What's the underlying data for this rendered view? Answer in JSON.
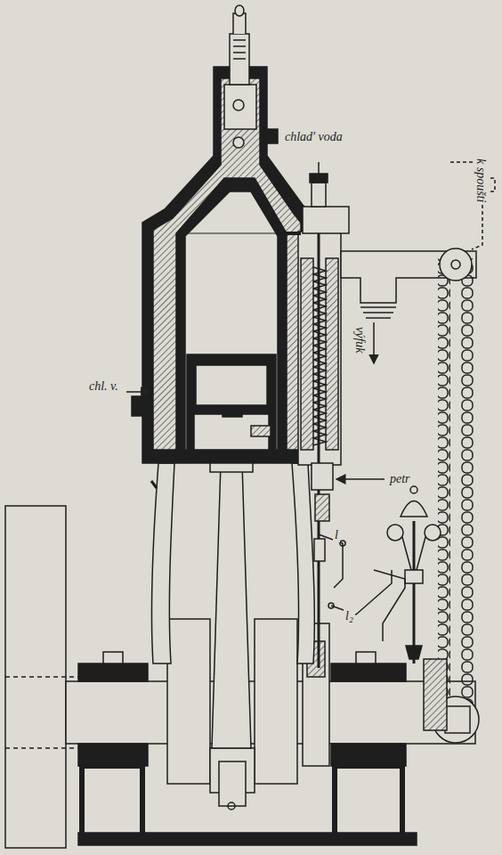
{
  "diagram": {
    "labels": [
      "chlad' voda",
      "chl. v.",
      "výfuk",
      "k spoušti",
      "petr",
      "l",
      "l₂"
    ]
  }
}
